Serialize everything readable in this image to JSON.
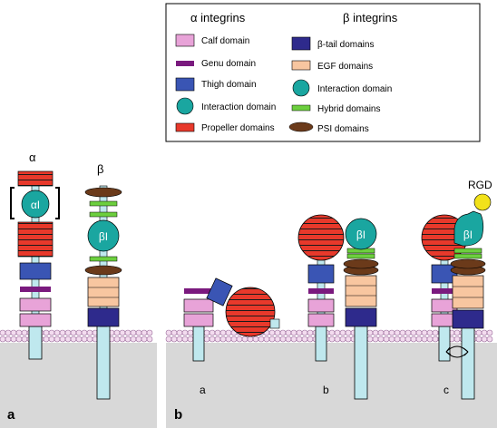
{
  "legend": {
    "alpha_heading": "α integrins",
    "beta_heading": "β integrins",
    "alpha_items": [
      {
        "label": "Calf domain",
        "color": "#e8a3d8",
        "shape": "rect"
      },
      {
        "label": "Genu domain",
        "color": "#7a1a7e",
        "shape": "bar"
      },
      {
        "label": "Thigh domain",
        "color": "#3a55b4",
        "shape": "rect"
      },
      {
        "label": "Interaction domain",
        "color": "#1aa6a0",
        "shape": "circle"
      },
      {
        "label": "Propeller domains",
        "color": "#e8392b",
        "shape": "rect"
      }
    ],
    "beta_items": [
      {
        "label": "β-tail domains",
        "color": "#2e2a8c",
        "shape": "rect"
      },
      {
        "label": "EGF domains",
        "color": "#f8c6a0",
        "shape": "rect"
      },
      {
        "label": "Interaction domain",
        "color": "#1aa6a0",
        "shape": "circle"
      },
      {
        "label": "Hybrid domains",
        "color": "#6ccf3e",
        "shape": "bar"
      },
      {
        "label": "PSI domains",
        "color": "#6b3a1a",
        "shape": "ellipse"
      }
    ]
  },
  "panel_a": {
    "label": "a",
    "alpha_symbol": "α",
    "beta_symbol": "β",
    "alpha_i_label": "αI",
    "beta_i_label": "βI"
  },
  "panel_b": {
    "label": "b",
    "state_labels": [
      "a",
      "b",
      "c"
    ],
    "beta_i_label": "βI",
    "ligand_label": "RGD"
  },
  "colors": {
    "membrane_fill": "#d8d8d8",
    "lipid_head": "#f3dcef",
    "lipid_edge": "#9a6a9a",
    "transmembrane": "#bfe8ee",
    "ligand": "#f2e21a"
  }
}
